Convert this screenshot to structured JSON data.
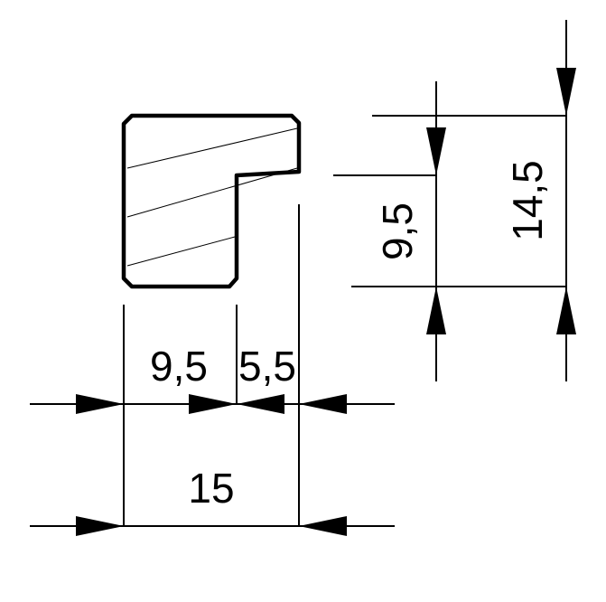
{
  "dimensions": {
    "width_left": "9,5",
    "width_right": "5,5",
    "width_total": "15",
    "height_inner": "9,5",
    "height_total": "14,5"
  },
  "colors": {
    "line": "#000000",
    "background": "#ffffff"
  }
}
